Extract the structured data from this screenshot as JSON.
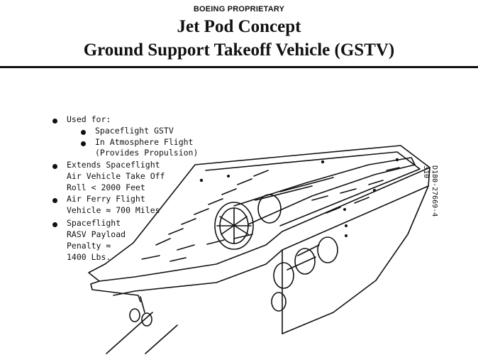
{
  "header": {
    "proprietary": "BOEING PROPRIETARY",
    "title_line1": "Jet Pod Concept",
    "title_line2": "Ground Support Takeoff Vehicle (GSTV)"
  },
  "bullets": [
    {
      "label": "Used for:",
      "sub": [
        "Spaceflight GSTV",
        "In Atmosphere Flight",
        "(Provides Propulsion)"
      ]
    },
    {
      "lines": [
        "Extends Spaceflight",
        "Air Vehicle Take Off",
        "Roll < 2000 Feet"
      ]
    },
    {
      "lines": [
        "Air Ferry Flight",
        "Vehicle ≈ 700 Miles"
      ]
    },
    {
      "lines": [
        "Spaceflight",
        "RASV Payload",
        "Penalty ≈",
        "1400 Lbs."
      ]
    }
  ],
  "document_number": {
    "line1": "D180-27669-4",
    "line2": "310"
  },
  "illustration": {
    "subject": "jet-pod-gstv-vehicle"
  }
}
